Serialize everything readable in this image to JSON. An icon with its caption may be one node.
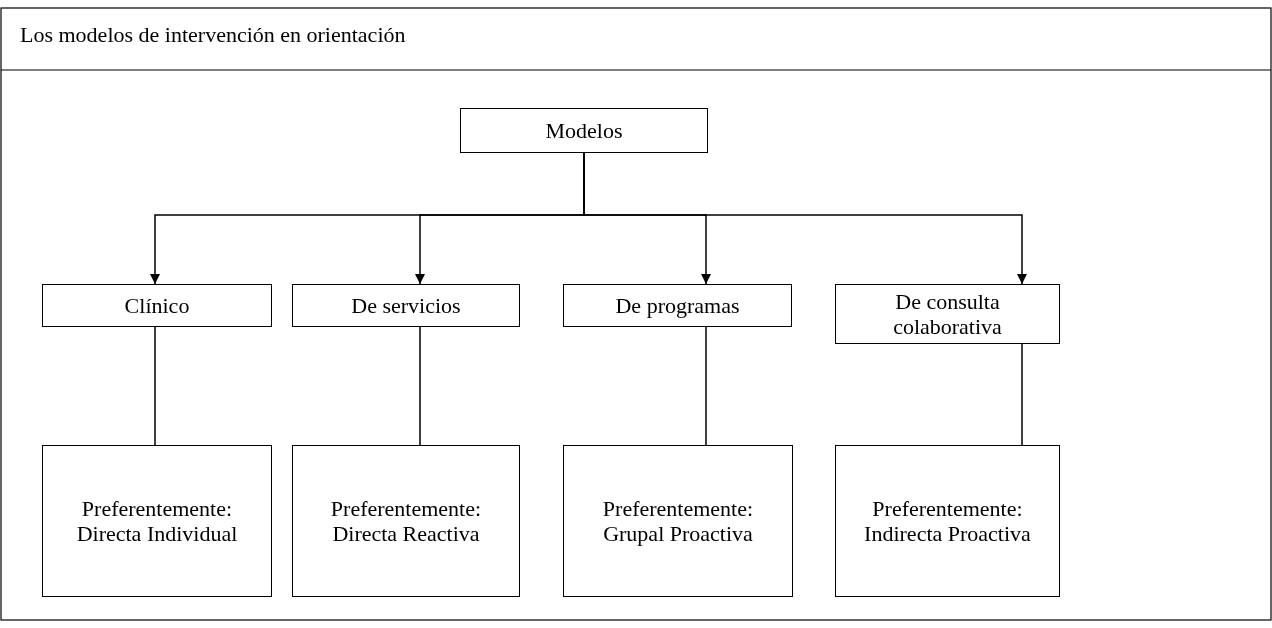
{
  "diagram": {
    "title": "Los modelos de intervención en orientación",
    "nodes": [
      {
        "text": [
          "Modelos"
        ]
      },
      {
        "text": [
          "Clínico"
        ]
      },
      {
        "text": [
          "De servicios"
        ]
      },
      {
        "text": [
          "De programas"
        ]
      },
      {
        "text": [
          "De consulta colaborativa"
        ]
      },
      {
        "text": [
          "Preferentemente: Directa Individual"
        ]
      },
      {
        "text": [
          "Preferentemente: Directa Reactiva"
        ]
      },
      {
        "text": [
          "Preferentemente: Grupal Proactiva"
        ]
      },
      {
        "text": [
          "Preferentemente: Indirecta Proactiva"
        ]
      }
    ],
    "edges": [
      {
        "from": 0,
        "to": 1,
        "arrow": "to"
      },
      {
        "from": 0,
        "to": 2,
        "arrow": "to"
      },
      {
        "from": 0,
        "to": 3,
        "arrow": "to"
      },
      {
        "from": 0,
        "to": 4,
        "arrow": "to"
      },
      {
        "from": 1,
        "to": 5,
        "arrow": "none"
      },
      {
        "from": 2,
        "to": 6,
        "arrow": "none"
      },
      {
        "from": 3,
        "to": 7,
        "arrow": "none"
      },
      {
        "from": 4,
        "to": 8,
        "arrow": "none"
      }
    ]
  }
}
